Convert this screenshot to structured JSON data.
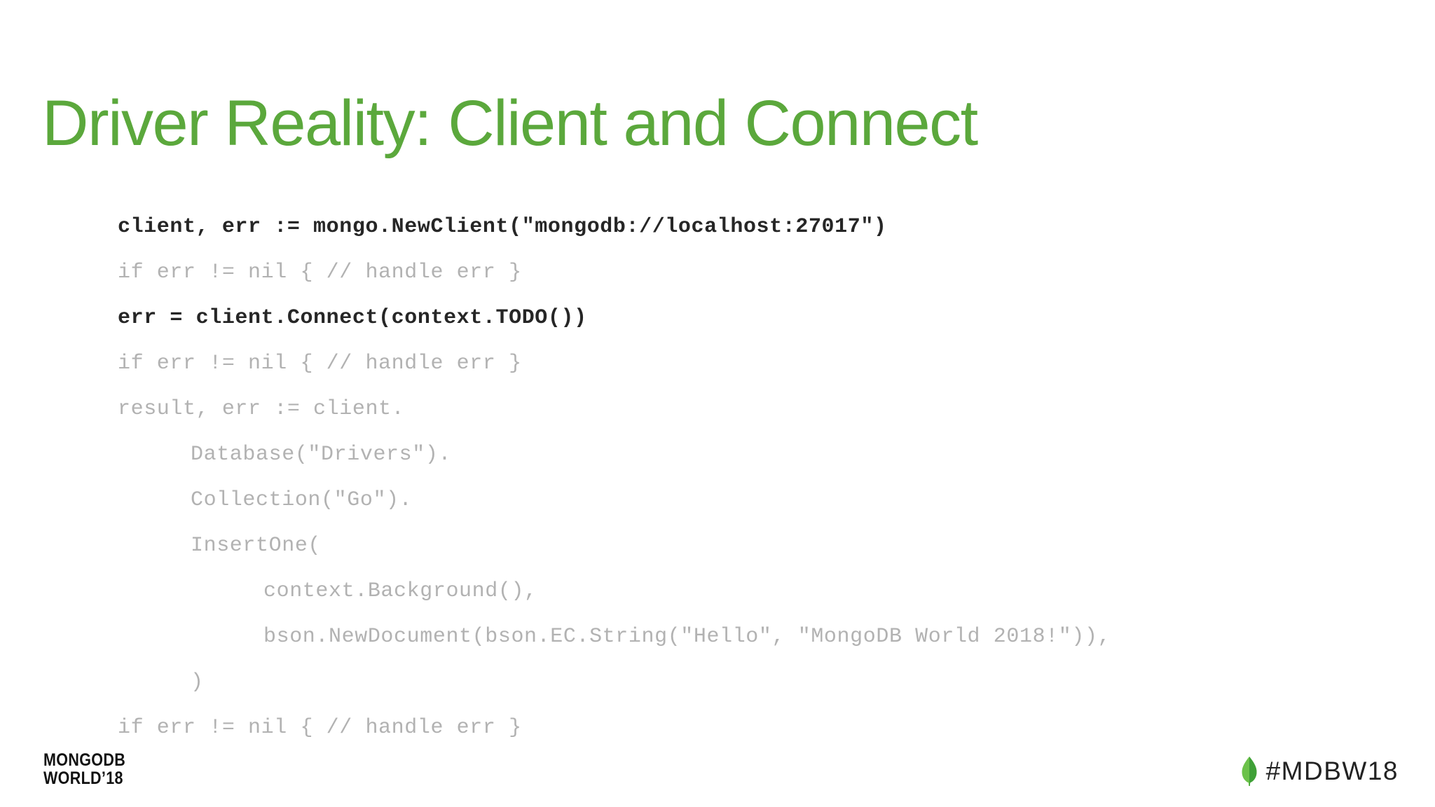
{
  "slide": {
    "title": "Driver Reality: Client and Connect",
    "title_color": "#5BA83C",
    "background_color": "#ffffff"
  },
  "code": {
    "language": "go",
    "dim_color": "#b2b2b2",
    "strong_color": "#262626",
    "lines": [
      {
        "text": "client, err := mongo.NewClient(\"mongodb://localhost:27017\")",
        "indent": 0,
        "emphasis": "strong"
      },
      {
        "text": "if err != nil { // handle err }",
        "indent": 0,
        "emphasis": "dim"
      },
      {
        "text": "err = client.Connect(context.TODO())",
        "indent": 0,
        "emphasis": "strong"
      },
      {
        "text": "if err != nil { // handle err }",
        "indent": 0,
        "emphasis": "dim"
      },
      {
        "text": "result, err := client.",
        "indent": 0,
        "emphasis": "dim"
      },
      {
        "text": "Database(\"Drivers\").",
        "indent": 1,
        "emphasis": "dim"
      },
      {
        "text": "Collection(\"Go\").",
        "indent": 1,
        "emphasis": "dim"
      },
      {
        "text": "InsertOne(",
        "indent": 1,
        "emphasis": "dim"
      },
      {
        "text": "context.Background(),",
        "indent": 2,
        "emphasis": "dim"
      },
      {
        "text": "bson.NewDocument(bson.EC.String(\"Hello\", \"MongoDB World 2018!\")),",
        "indent": 2,
        "emphasis": "dim"
      },
      {
        "text": ")",
        "indent": 1,
        "emphasis": "dim"
      },
      {
        "text": "if err != nil { // handle err }",
        "indent": 0,
        "emphasis": "dim"
      }
    ]
  },
  "footer": {
    "logo_line1": "MONGODB",
    "logo_line2": "WORLD’18",
    "logo_color": "#111111",
    "hashtag": "#MDBW18",
    "hashtag_color": "#222222",
    "leaf_icon_name": "mongodb-leaf-icon",
    "leaf_color_light": "#6CC24A",
    "leaf_color_dark": "#3FA037"
  }
}
